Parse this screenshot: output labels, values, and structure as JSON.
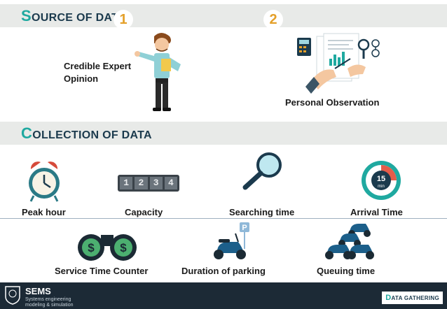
{
  "source": {
    "title_first": "S",
    "title_rest": "OURCE OF DATA",
    "items": [
      {
        "number": "1",
        "label": "Credible Expert Opinion",
        "icon": "presenter-man-icon"
      },
      {
        "number": "2",
        "label": "Personal Observation",
        "icon": "observation-documents-icon"
      }
    ]
  },
  "collection": {
    "title_first": "C",
    "title_rest": "OLLECTION OF DATA",
    "row1": [
      {
        "label": "Peak hour",
        "icon": "alarm-clock-icon"
      },
      {
        "label": "Capacity",
        "icon": "counter-icon",
        "counter_digits": [
          "1",
          "2",
          "3",
          "4"
        ]
      },
      {
        "label": "Searching time",
        "icon": "magnifier-icon"
      },
      {
        "label": "Arrival Time",
        "icon": "timer-15-min-icon",
        "timer_value": "15",
        "timer_unit": "min"
      }
    ],
    "row2": [
      {
        "label": "Service Time Counter",
        "icon": "binoculars-dollar-icon"
      },
      {
        "label": "Duration of parking",
        "icon": "scooter-parking-icon",
        "parking_sign": "P"
      },
      {
        "label": "Queuing time",
        "icon": "scooter-queue-icon"
      }
    ]
  },
  "footer": {
    "brand": "SEMS",
    "tagline_1": "Systems engineering",
    "tagline_2": "modeling & simulation",
    "badge_first": "D",
    "badge_rest": "ATA GATHERING"
  },
  "colors": {
    "accent": "#1fa9a0",
    "title": "#1b3a4d",
    "number": "#e4a02a",
    "band": "#e8eae8",
    "footer": "#1c2a36"
  }
}
